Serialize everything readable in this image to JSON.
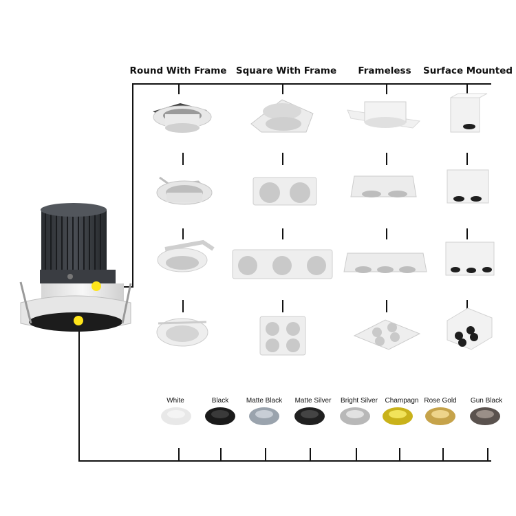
{
  "headers": {
    "round": "Round With Frame",
    "square": "Square With Frame",
    "frameless": "Frameless",
    "surface": "Surface Mounted"
  },
  "finishes": [
    {
      "label": "White",
      "color": "#e8e8e8",
      "inner": "#f4f4f4"
    },
    {
      "label": "Black",
      "color": "#1a1a1a",
      "inner": "#3a3a3a"
    },
    {
      "label": "Matte Black",
      "color": "#9aa3ad",
      "inner": "#c8ced6"
    },
    {
      "label": "Matte Silver",
      "color": "#202020",
      "inner": "#444444"
    },
    {
      "label": "Bright Silver",
      "color": "#b8b8b8",
      "inner": "#e2e2e2"
    },
    {
      "label": "Champagn",
      "color": "#c9b21a",
      "inner": "#f1e35a"
    },
    {
      "label": "Rose Gold",
      "color": "#c6a34a",
      "inner": "#eed48a"
    },
    {
      "label": "Gun Black",
      "color": "#5a524e",
      "inner": "#9a8f88"
    }
  ],
  "colors": {
    "line": "#111111",
    "indicator": "#ffe51a",
    "frame": "#ececec",
    "housing": "#3c3f44"
  }
}
